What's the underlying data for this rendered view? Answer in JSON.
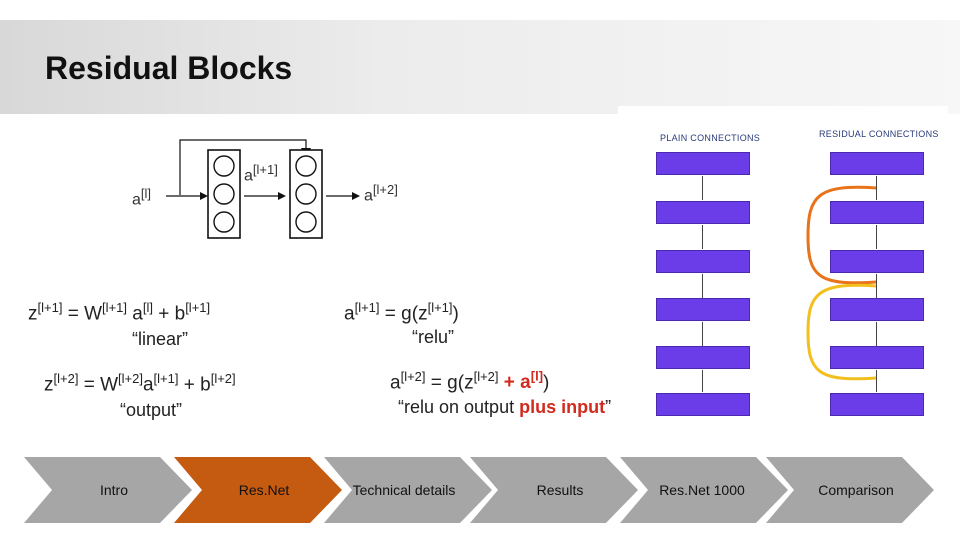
{
  "header": {
    "title": "Residual Blocks"
  },
  "network": {
    "input_label": "a",
    "input_sup": "[l]",
    "mid_label": "a",
    "mid_sup": "[l+1]",
    "out_label": "a",
    "out_sup": "[l+2]"
  },
  "equations": {
    "eq1": {
      "z": "z",
      "z_sup": "[l+1]",
      "eq": " = W",
      "w_sup": "[l+1]",
      "a": " a",
      "a_sup": "[l]",
      "plus": " + b",
      "b_sup": "[l+1]"
    },
    "eq1_caption": "“linear”",
    "eq2": {
      "a": "a",
      "a_sup": "[l+1]",
      "eq": " = g(z",
      "z_sup": "[l+1]",
      "close": ")"
    },
    "eq2_caption": "“relu”",
    "eq3": {
      "z": "z",
      "z_sup": "[l+2]",
      "eq": " = W",
      "w_sup": "[l+2]",
      "a": "a",
      "a_sup": "[l+1]",
      "plus": " + b",
      "b_sup": "[l+2]"
    },
    "eq3_caption": "“output”",
    "eq4": {
      "a": "a",
      "a_sup": "[l+2]",
      "eq": " = g(z",
      "z_sup": "[l+2]",
      "plus": " + a",
      "plus_sup": "[l]",
      "close": ")"
    },
    "eq4_caption_prefix": "“relu on output ",
    "eq4_caption_highlight": "plus input",
    "eq4_caption_suffix": "”"
  },
  "diagram": {
    "plain_title": "PLAIN CONNECTIONS",
    "residual_title": "RESIDUAL CONNECTIONS",
    "block_color": "#6a3de8",
    "skip_color_1": "#e8731a",
    "skip_color_2": "#f2c01e"
  },
  "nav": {
    "items": [
      {
        "label": "Intro",
        "active": false
      },
      {
        "label": "Res.Net",
        "active": true
      },
      {
        "label": "Technical details",
        "active": false
      },
      {
        "label": "Results",
        "active": false
      },
      {
        "label": "Res.Net 1000",
        "active": false
      },
      {
        "label": "Comparison",
        "active": false
      }
    ],
    "active_color": "#c55a11",
    "inactive_color": "#a6a6a6"
  }
}
